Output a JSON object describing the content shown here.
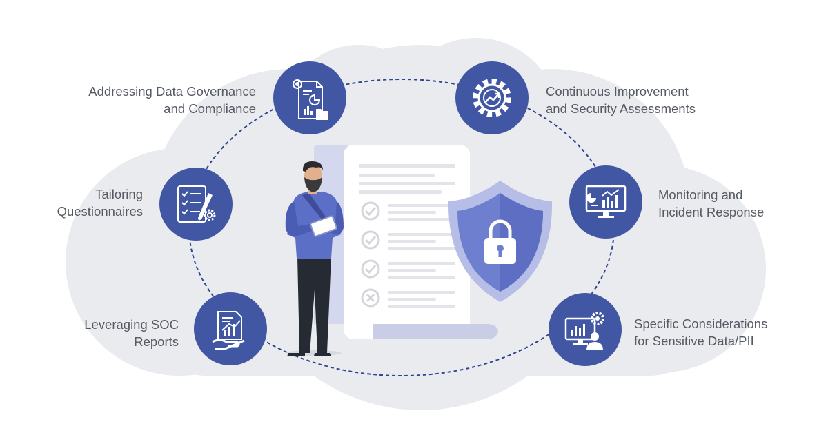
{
  "colors": {
    "cloud": "#eaebef",
    "node": "#4257a4",
    "node_icon": "#ffffff",
    "dash": "#2e4391",
    "paper": "#ffffff",
    "paper_shadow": "#c9cde6",
    "shield_outer": "#b6bde6",
    "shield_inner": "#6f7fd0",
    "shirt": "#5c6fc6",
    "pants": "#262a33",
    "text": "#555a63"
  },
  "nodes": [
    {
      "id": "data-governance",
      "icon": "document-gear-chart-icon",
      "line1": "Addressing Data Governance",
      "line2": "and Compliance"
    },
    {
      "id": "continuous-improvement",
      "icon": "gear-trend-icon",
      "line1": "Continuous Improvement",
      "line2": "and Security Assessments"
    },
    {
      "id": "tailoring",
      "icon": "checklist-pen-icon",
      "line1": "Tailoring",
      "line2": "Questionnaires"
    },
    {
      "id": "monitoring",
      "icon": "monitor-chart-icon",
      "line1": "Monitoring and",
      "line2": "Incident Response"
    },
    {
      "id": "soc-reports",
      "icon": "report-hand-icon",
      "line1": "Leveraging SOC",
      "line2": "Reports"
    },
    {
      "id": "sensitive-data",
      "icon": "monitor-user-gear-icon",
      "line1": "Specific Considerations",
      "line2": "for Sensitive Data/PII"
    }
  ],
  "illustration": {
    "document_icon": "checklist-document-icon",
    "shield_icon": "shield-lock-icon",
    "person_icon": "person-tablet-icon"
  }
}
